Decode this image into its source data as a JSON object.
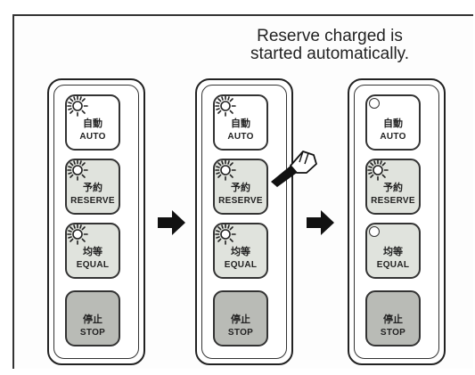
{
  "caption": {
    "line1": "Reserve charged is",
    "line2": "started automatically."
  },
  "buttons": {
    "auto": {
      "jp": "自動",
      "en": "AUTO"
    },
    "reserve": {
      "jp": "予約",
      "en": "RESERVE"
    },
    "equal": {
      "jp": "均等",
      "en": "EQUAL"
    },
    "stop": {
      "jp": "停止",
      "en": "STOP"
    }
  },
  "icons": {
    "lamp_lit": "lamp-lit-icon",
    "lamp_off": "lamp-off-icon",
    "arrow": "arrow-right-icon",
    "hand": "pressing-hand-icon"
  },
  "states": [
    {
      "panel": "left",
      "auto_lit": true,
      "reserve_lit": true,
      "equal_lit": true
    },
    {
      "panel": "middle",
      "auto_lit": true,
      "reserve_lit": true,
      "equal_lit": true,
      "reserve_pressed": true
    },
    {
      "panel": "right",
      "auto_lit": false,
      "reserve_lit": true,
      "equal_lit": false
    }
  ]
}
